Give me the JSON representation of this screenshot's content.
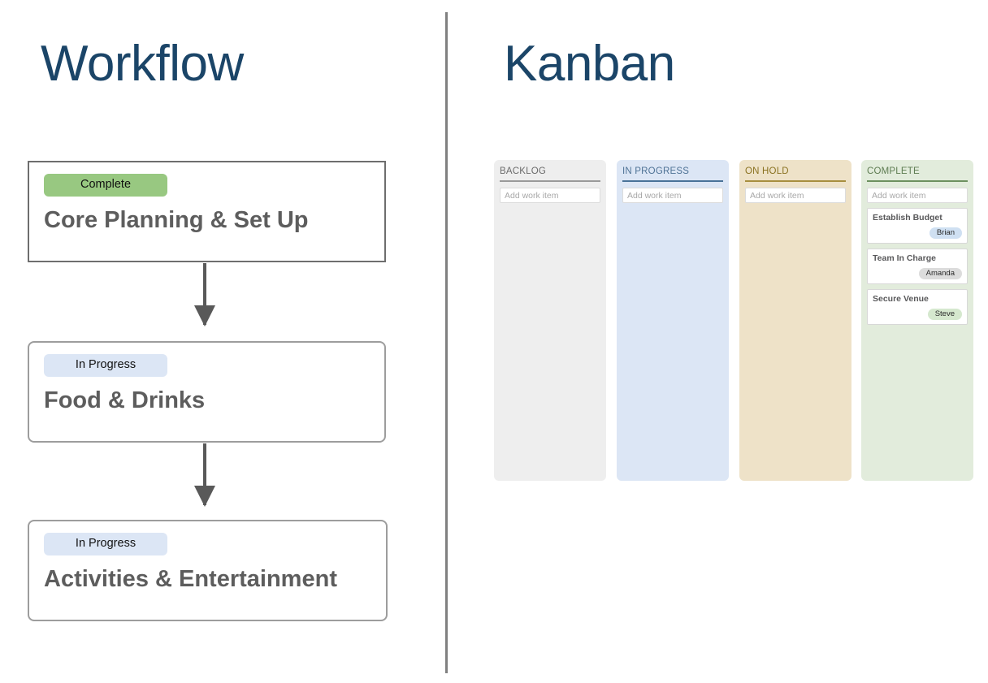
{
  "divider": {
    "color": "#808080"
  },
  "workflow": {
    "title": "Workflow",
    "title_color": "#1b4568",
    "cards": [
      {
        "status": "Complete",
        "status_color": "#98c881",
        "name": "Core Planning & Set Up"
      },
      {
        "status": "In Progress",
        "status_color": "#dce6f5",
        "name": "Food & Drinks"
      },
      {
        "status": "In Progress",
        "status_color": "#dce6f5",
        "name": "Activities & Entertainment"
      }
    ]
  },
  "kanban": {
    "title": "Kanban",
    "title_color": "#1b4568",
    "add_placeholder": "Add work item",
    "columns": [
      {
        "header": "BACKLOG",
        "background": "#eeeeee",
        "accent": "#9a9a9a",
        "add_placeholder": "Add work item",
        "cards": []
      },
      {
        "header": "IN PROGRESS",
        "background": "#dce6f5",
        "accent": "#4a7399",
        "add_placeholder": "Add work item",
        "cards": []
      },
      {
        "header": "ON HOLD",
        "background": "#eee2c8",
        "accent": "#a78f3f",
        "add_placeholder": "Add work item",
        "cards": []
      },
      {
        "header": "COMPLETE",
        "background": "#e2ecdc",
        "accent": "#6d9160",
        "add_placeholder": "Add work item",
        "cards": [
          {
            "title": "Establish Budget",
            "assignee": "Brian",
            "assignee_color": "#cfe0f2"
          },
          {
            "title": "Team In Charge",
            "assignee": "Amanda",
            "assignee_color": "#dcdcdc"
          },
          {
            "title": "Secure Venue",
            "assignee": "Steve",
            "assignee_color": "#d5e8ce"
          }
        ]
      }
    ]
  }
}
